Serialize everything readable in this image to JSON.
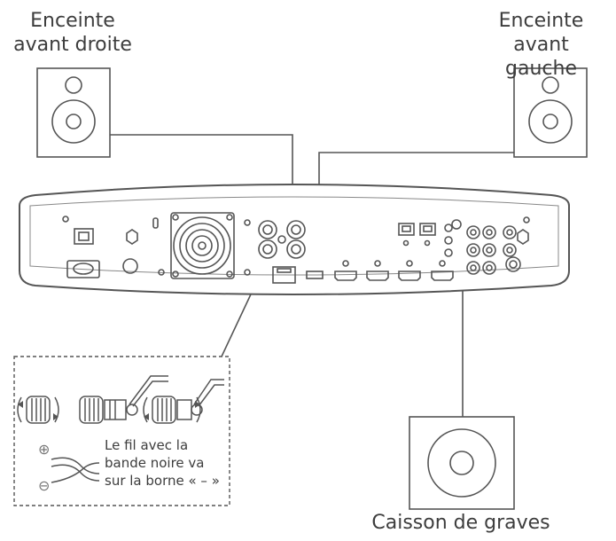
{
  "labels": {
    "front_right_speaker": "Enceinte\navant droite",
    "front_left_speaker": "Enceinte avant\ngauche",
    "subwoofer": "Caisson de graves"
  },
  "wiring_note": {
    "text": "Le fil avec la\nbande noire va\nsur la borne « – »",
    "plus_symbol": "⊕",
    "minus_symbol": "⊖"
  }
}
